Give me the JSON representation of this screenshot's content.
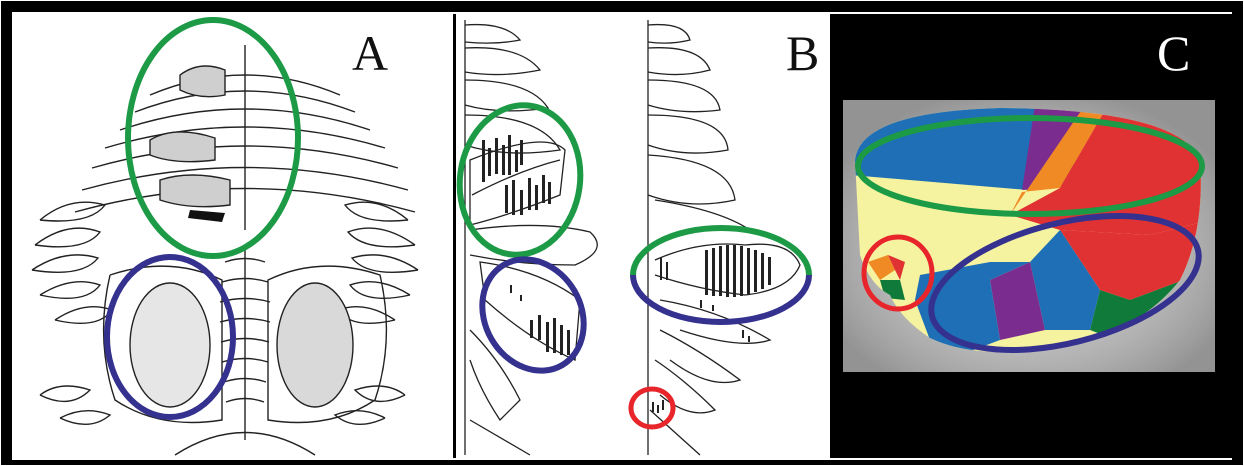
{
  "panels": [
    {
      "id": "A",
      "label": "A",
      "label_color": "#111111"
    },
    {
      "id": "B",
      "label": "B",
      "label_color": "#111111"
    },
    {
      "id": "C",
      "label": "C",
      "label_color": "#ffffff"
    }
  ],
  "colors": {
    "frame": "#000000",
    "background": "#ffffff",
    "outline_green": "#1c9a45",
    "outline_navy": "#34318f",
    "outline_red": "#e8252b",
    "line_art": "#222222",
    "map_blue": "#1e6fb6",
    "map_purple": "#7b2c8f",
    "map_orange": "#f08a24",
    "map_red": "#e03232",
    "map_yellow": "#f5f3a0",
    "map_green": "#0f7a3a",
    "map_background": "#000000"
  }
}
